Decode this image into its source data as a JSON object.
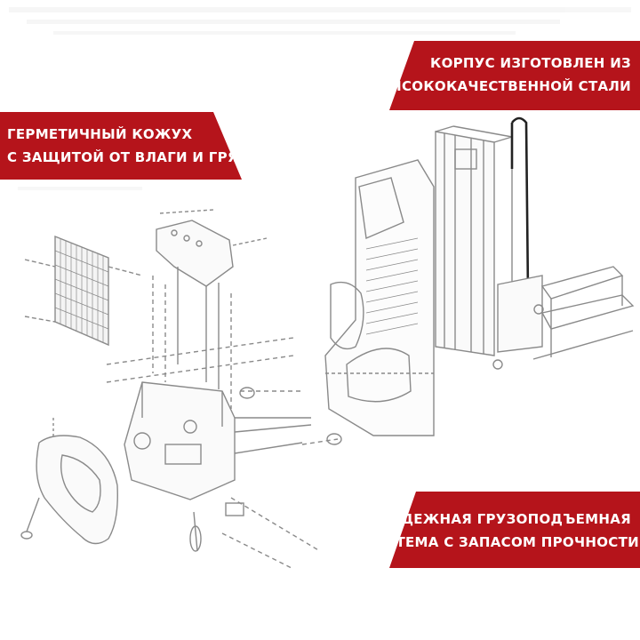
{
  "banners": {
    "left_top": {
      "line1": "ГЕРМЕТИЧНЫЙ КОЖУХ",
      "line2": "С ЗАЩИТОЙ ОТ ВЛАГИ И ГРЯЗИ"
    },
    "right_top": {
      "line1": "КОРПУС ИЗГОТОВЛЕН ИЗ",
      "line2": "ВЫСОКОКАЧЕСТВЕННОЙ СТАЛИ"
    },
    "right_bottom": {
      "line1": "НАДЕЖНАЯ ГРУЗОПОДЪЕМНАЯ",
      "line2": "СИСТЕМА С ЗАПАСОМ ПРОЧНОСТИ"
    }
  },
  "colors": {
    "banner_red": "#b5141b",
    "drawing_line": "#8a8a8a"
  }
}
